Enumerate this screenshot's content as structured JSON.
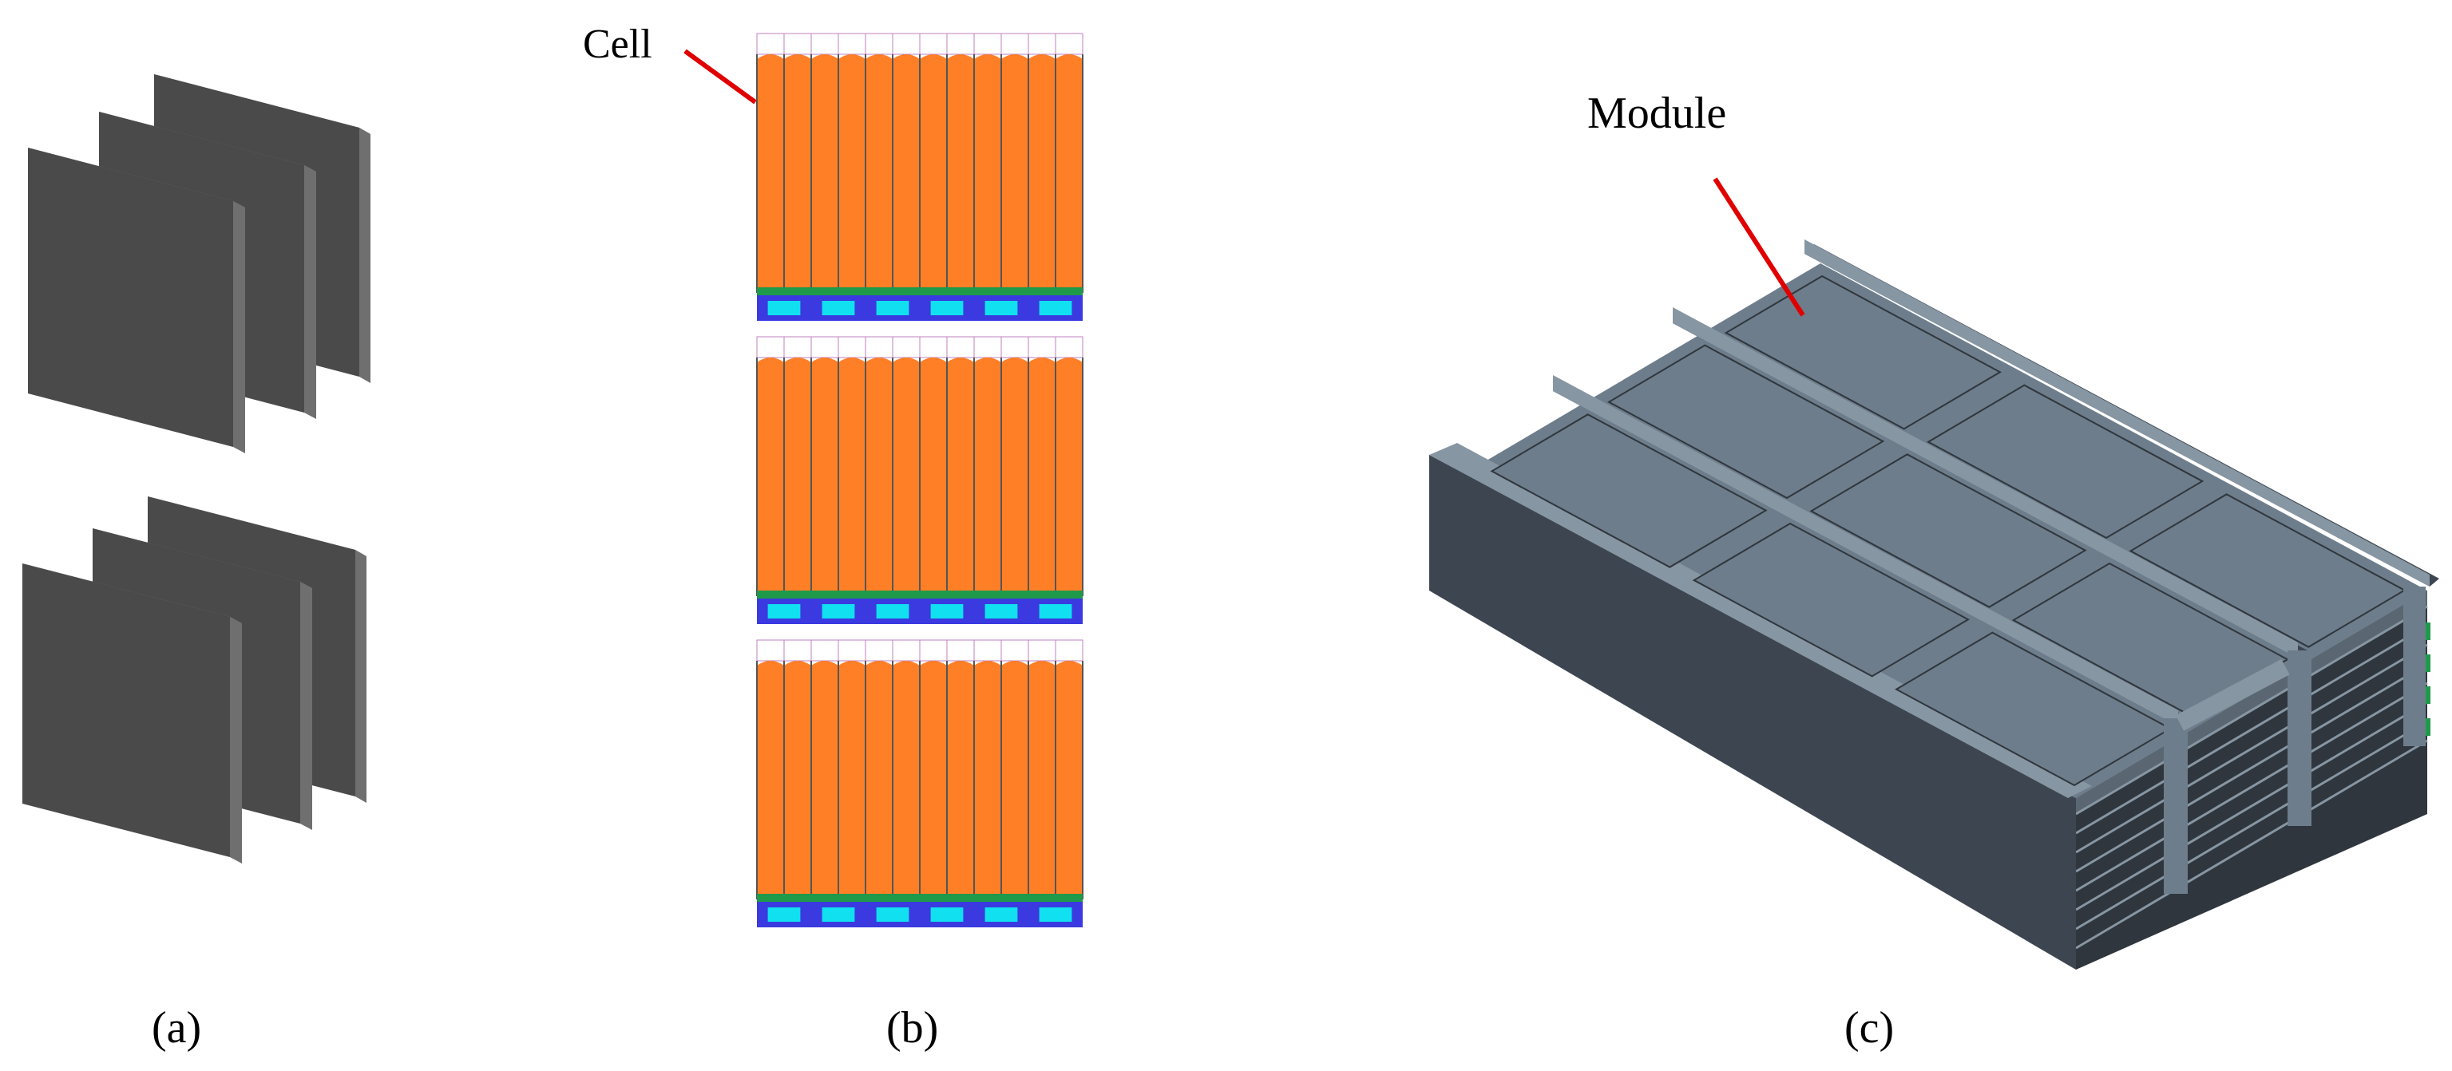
{
  "labels": {
    "panel_a": "(a)",
    "panel_b": "(b)",
    "panel_c": "(c)",
    "cell": "Cell",
    "module": "Module"
  },
  "colors": {
    "plate_front": "#4a4a4a",
    "plate_side": "#6f6f6f",
    "plate_top": "#8a8a8a",
    "cell_fill": "#ff7f27",
    "cell_divider": "#555555",
    "cell_top_tab": "#f0d0f0",
    "base_green": "#1e9a4a",
    "base_blue": "#3a3ae0",
    "base_cyan": "#10e0f0",
    "module_top": "#6d7d8b",
    "module_side": "#3d4650",
    "module_dark": "#2f363d",
    "leader_red": "#e00000"
  },
  "layout": {
    "cells_per_row": 12,
    "rows": 3,
    "base_slots": 6,
    "module_grid": [
      3,
      3
    ]
  }
}
